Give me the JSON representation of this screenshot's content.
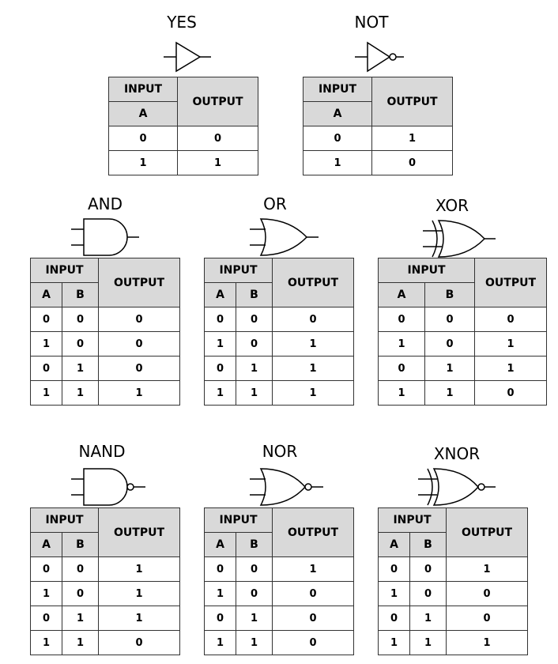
{
  "headers": {
    "input": "INPUT",
    "output": "OUTPUT",
    "a": "A",
    "b": "B"
  },
  "gates": {
    "yes": {
      "name": "YES",
      "rows": [
        [
          "0",
          "0"
        ],
        [
          "1",
          "1"
        ]
      ]
    },
    "not": {
      "name": "NOT",
      "rows": [
        [
          "0",
          "1"
        ],
        [
          "1",
          "0"
        ]
      ]
    },
    "and": {
      "name": "AND",
      "rows": [
        [
          "0",
          "0",
          "0"
        ],
        [
          "1",
          "0",
          "0"
        ],
        [
          "0",
          "1",
          "0"
        ],
        [
          "1",
          "1",
          "1"
        ]
      ]
    },
    "or": {
      "name": "OR",
      "rows": [
        [
          "0",
          "0",
          "0"
        ],
        [
          "1",
          "0",
          "1"
        ],
        [
          "0",
          "1",
          "1"
        ],
        [
          "1",
          "1",
          "1"
        ]
      ]
    },
    "xor": {
      "name": "XOR",
      "rows": [
        [
          "0",
          "0",
          "0"
        ],
        [
          "1",
          "0",
          "1"
        ],
        [
          "0",
          "1",
          "1"
        ],
        [
          "1",
          "1",
          "0"
        ]
      ]
    },
    "nand": {
      "name": "NAND",
      "rows": [
        [
          "0",
          "0",
          "1"
        ],
        [
          "1",
          "0",
          "1"
        ],
        [
          "0",
          "1",
          "1"
        ],
        [
          "1",
          "1",
          "0"
        ]
      ]
    },
    "nor": {
      "name": "NOR",
      "rows": [
        [
          "0",
          "0",
          "1"
        ],
        [
          "1",
          "0",
          "0"
        ],
        [
          "0",
          "1",
          "0"
        ],
        [
          "1",
          "1",
          "0"
        ]
      ]
    },
    "xnor": {
      "name": "XNOR",
      "rows": [
        [
          "0",
          "0",
          "1"
        ],
        [
          "1",
          "0",
          "0"
        ],
        [
          "0",
          "1",
          "0"
        ],
        [
          "1",
          "1",
          "1"
        ]
      ]
    }
  }
}
